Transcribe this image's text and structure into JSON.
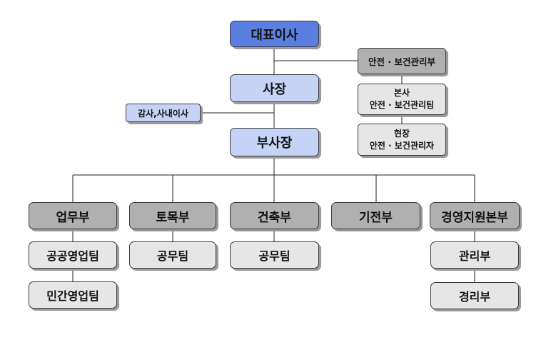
{
  "org": {
    "ceo": "대표이사",
    "president": "사장",
    "vice_president": "부사장",
    "audit": "감사,사내이사",
    "safety_dept": "안전 · 보건관리부",
    "hq_safety": {
      "line1": "본사",
      "line2": "안전 · 보건관리팀"
    },
    "site_safety": {
      "line1": "현장",
      "line2": "안전 · 보건관리자"
    },
    "departments": [
      {
        "name": "업무부",
        "teams": [
          "공공영업팀",
          "민간영업팀"
        ]
      },
      {
        "name": "토목부",
        "teams": [
          "공무팀"
        ]
      },
      {
        "name": "건축부",
        "teams": [
          "공무팀"
        ]
      },
      {
        "name": "기전부",
        "teams": []
      },
      {
        "name": "경영지원본부",
        "teams": [
          "관리부",
          "경리부"
        ]
      }
    ]
  }
}
